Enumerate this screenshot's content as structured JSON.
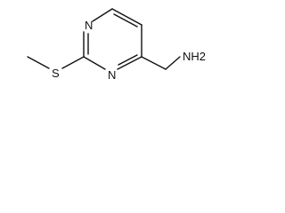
{
  "molecule": {
    "atoms": {
      "n_top": "N",
      "n_bottom": "N",
      "sulfur": "S",
      "amine": "NH2"
    }
  }
}
